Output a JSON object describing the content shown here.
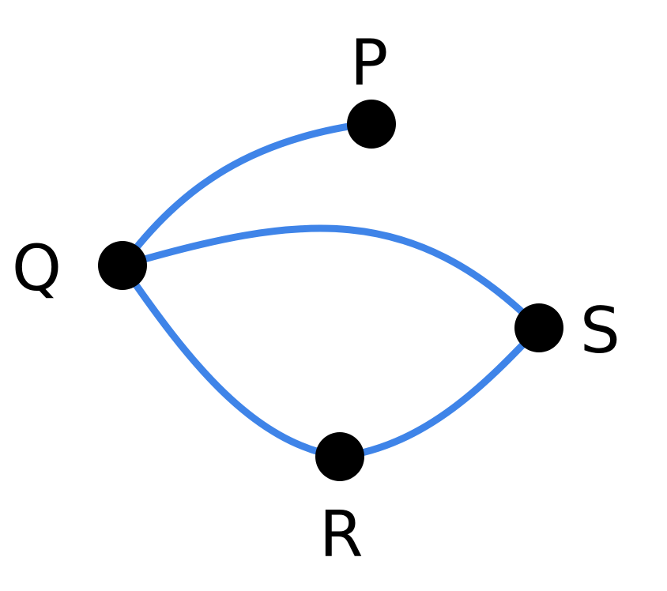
{
  "graph": {
    "edge_color": "#3f84e8",
    "node_color": "#000000",
    "label_color": "#000000",
    "nodes": [
      {
        "id": "P",
        "label": "P"
      },
      {
        "id": "Q",
        "label": "Q"
      },
      {
        "id": "R",
        "label": "R"
      },
      {
        "id": "S",
        "label": "S"
      }
    ],
    "edges": [
      {
        "from": "Q",
        "to": "P"
      },
      {
        "from": "Q",
        "to": "S"
      },
      {
        "from": "Q",
        "to": "R"
      },
      {
        "from": "R",
        "to": "S"
      }
    ]
  }
}
